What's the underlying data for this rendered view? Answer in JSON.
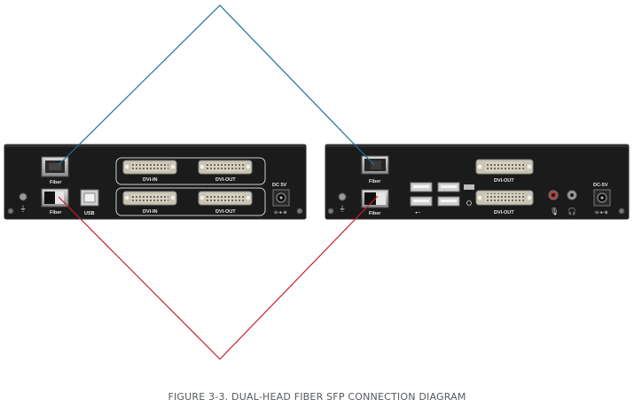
{
  "caption": "FIGURE 3-3. DUAL-HEAD FIBER SFP CONNECTION DIAGRAM",
  "colors": {
    "chassis": "#1b1b1c",
    "chassis_edge": "#2c2c2e",
    "silk": "#d8d8d8",
    "cable_blue": "#1f6f95",
    "cable_red": "#c8222c",
    "dvi_body": "#c9c4b4"
  },
  "transmitter": {
    "fiber_top_label": "Fiber",
    "fiber_bottom_label": "Fiber",
    "usb_label": "USB",
    "dvi_in_1": "DVI-IN",
    "dvi_out_1": "DVI-OUT",
    "dvi_in_2": "DVI-IN",
    "dvi_out_2": "DVI-OUT",
    "power_label": "DC 5V"
  },
  "receiver": {
    "fiber_top_label": "Fiber",
    "fiber_bottom_label": "Fiber",
    "dvi_out_1": "DVI-OUT",
    "dvi_out_2": "DVI-OUT",
    "power_label": "DC-5V"
  }
}
